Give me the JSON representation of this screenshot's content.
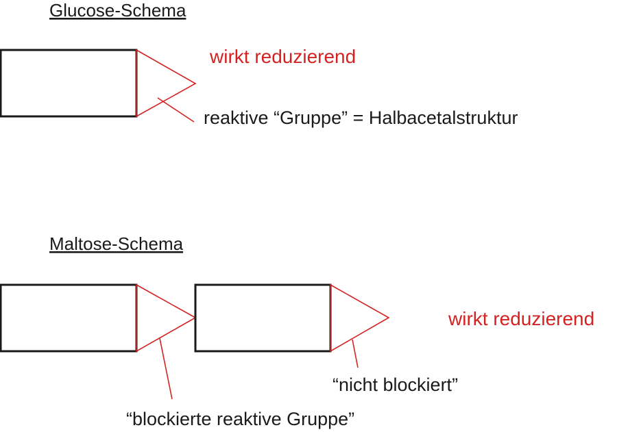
{
  "glucose": {
    "heading": "Glucose-Schema",
    "effect_label": "wirkt reduzierend",
    "group_label": "reaktive “Gruppe” = Halbacetalstruktur"
  },
  "maltose": {
    "heading": "Maltose-Schema",
    "effect_label": "wirkt reduzierend",
    "free_group_label": "“nicht blockiert”",
    "blocked_group_label": "“blockierte reaktive Gruppe”"
  },
  "colors": {
    "outline": "#1a1a1a",
    "accent": "#d42222"
  }
}
